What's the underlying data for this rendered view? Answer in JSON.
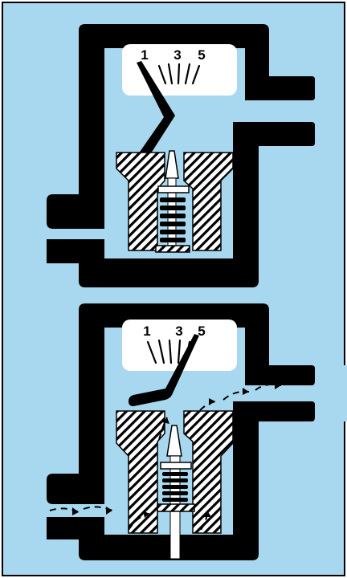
{
  "colors": {
    "background": "#a8d8ef",
    "body": "#000000",
    "gauge_face": "#ffffff",
    "hatch": "#000000"
  },
  "top_diagram": {
    "scale_labels": [
      "1",
      "3",
      "5"
    ]
  },
  "bottom_diagram": {
    "scale_labels": [
      "1",
      "3",
      "5"
    ]
  }
}
